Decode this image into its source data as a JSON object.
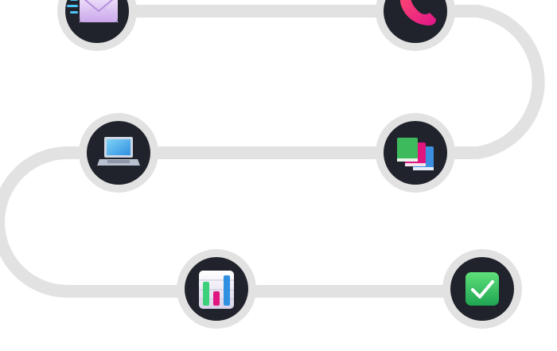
{
  "path_color": "#e2e2e2",
  "node_ring_color": "#e2e2e2",
  "node_fill_color": "#20232b",
  "nodes": [
    {
      "id": "email",
      "icon": "email-envelope-icon"
    },
    {
      "id": "phone",
      "icon": "phone-receiver-icon"
    },
    {
      "id": "laptop",
      "icon": "laptop-icon"
    },
    {
      "id": "books",
      "icon": "books-stack-icon"
    },
    {
      "id": "chart",
      "icon": "bar-chart-icon"
    },
    {
      "id": "check",
      "icon": "checkmark-icon"
    }
  ]
}
